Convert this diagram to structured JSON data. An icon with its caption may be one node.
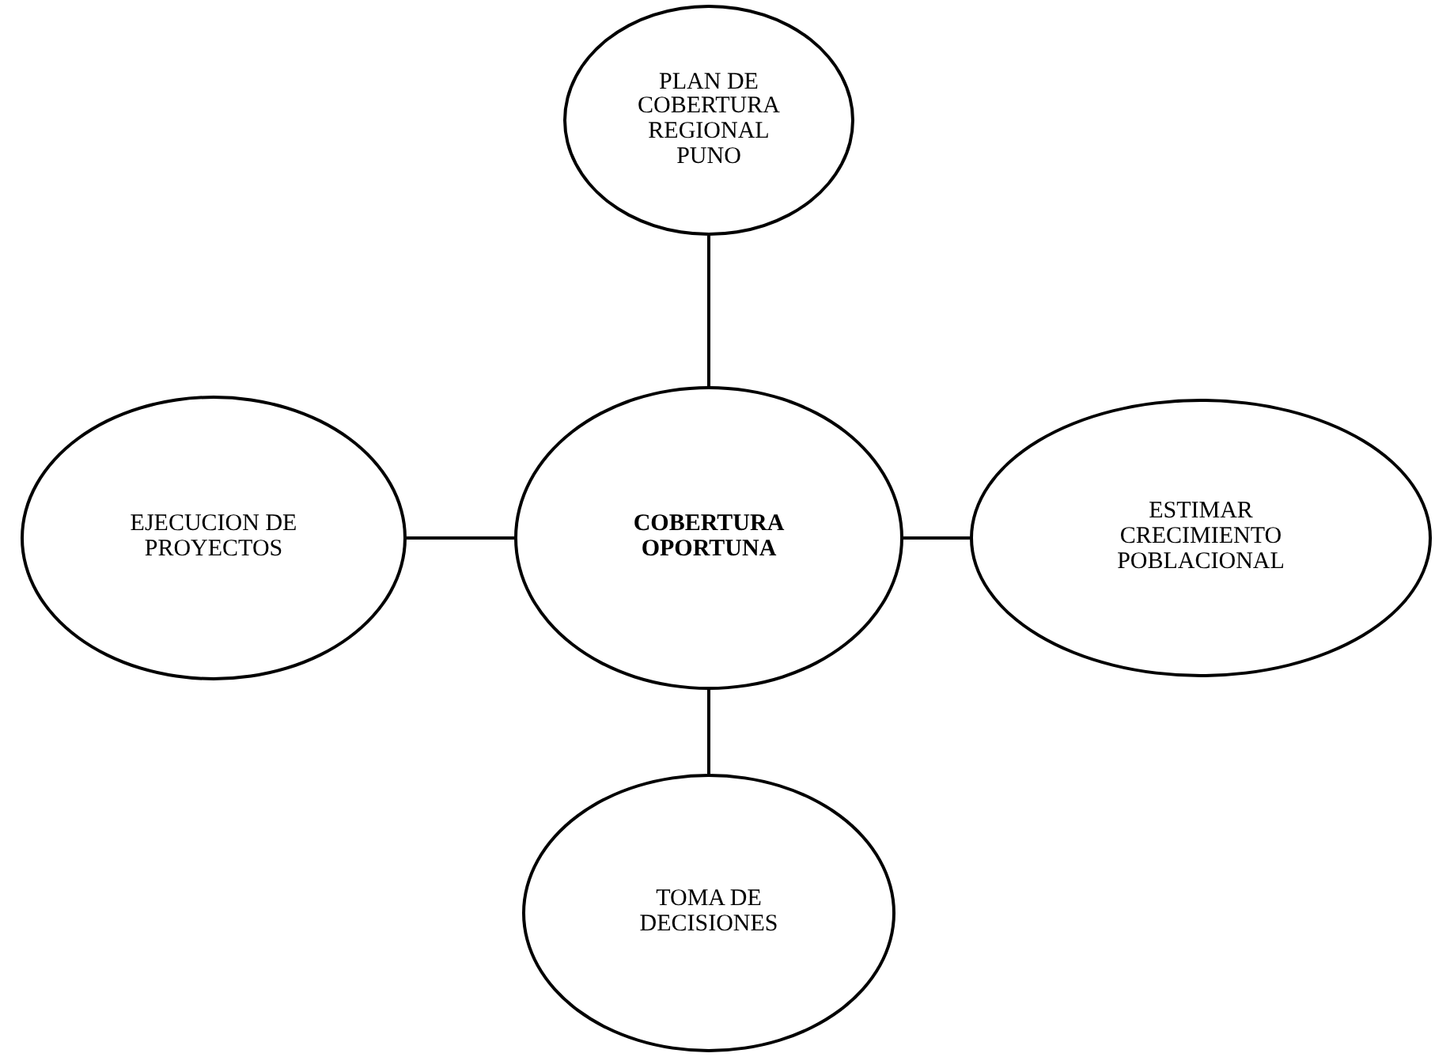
{
  "diagram": {
    "nodes": [
      {
        "text": [
          "PLAN DE COBERTURA REGIONAL PUNO"
        ]
      },
      {
        "text": [
          "EJECUCION DE PROYECTOS"
        ]
      },
      {
        "text": [
          "COBERTURA OPORTUNA"
        ]
      },
      {
        "text": [
          "ESTIMAR CRECIMIENTO POBLACIONAL"
        ]
      },
      {
        "text": [
          "TOMA DE DECISIONES"
        ]
      }
    ],
    "edges": [
      {
        "from": 2,
        "to": 0,
        "arrow": "none"
      },
      {
        "from": 2,
        "to": 1,
        "arrow": "none"
      },
      {
        "from": 2,
        "to": 3,
        "arrow": "none"
      },
      {
        "from": 2,
        "to": 4,
        "arrow": "none"
      }
    ]
  }
}
